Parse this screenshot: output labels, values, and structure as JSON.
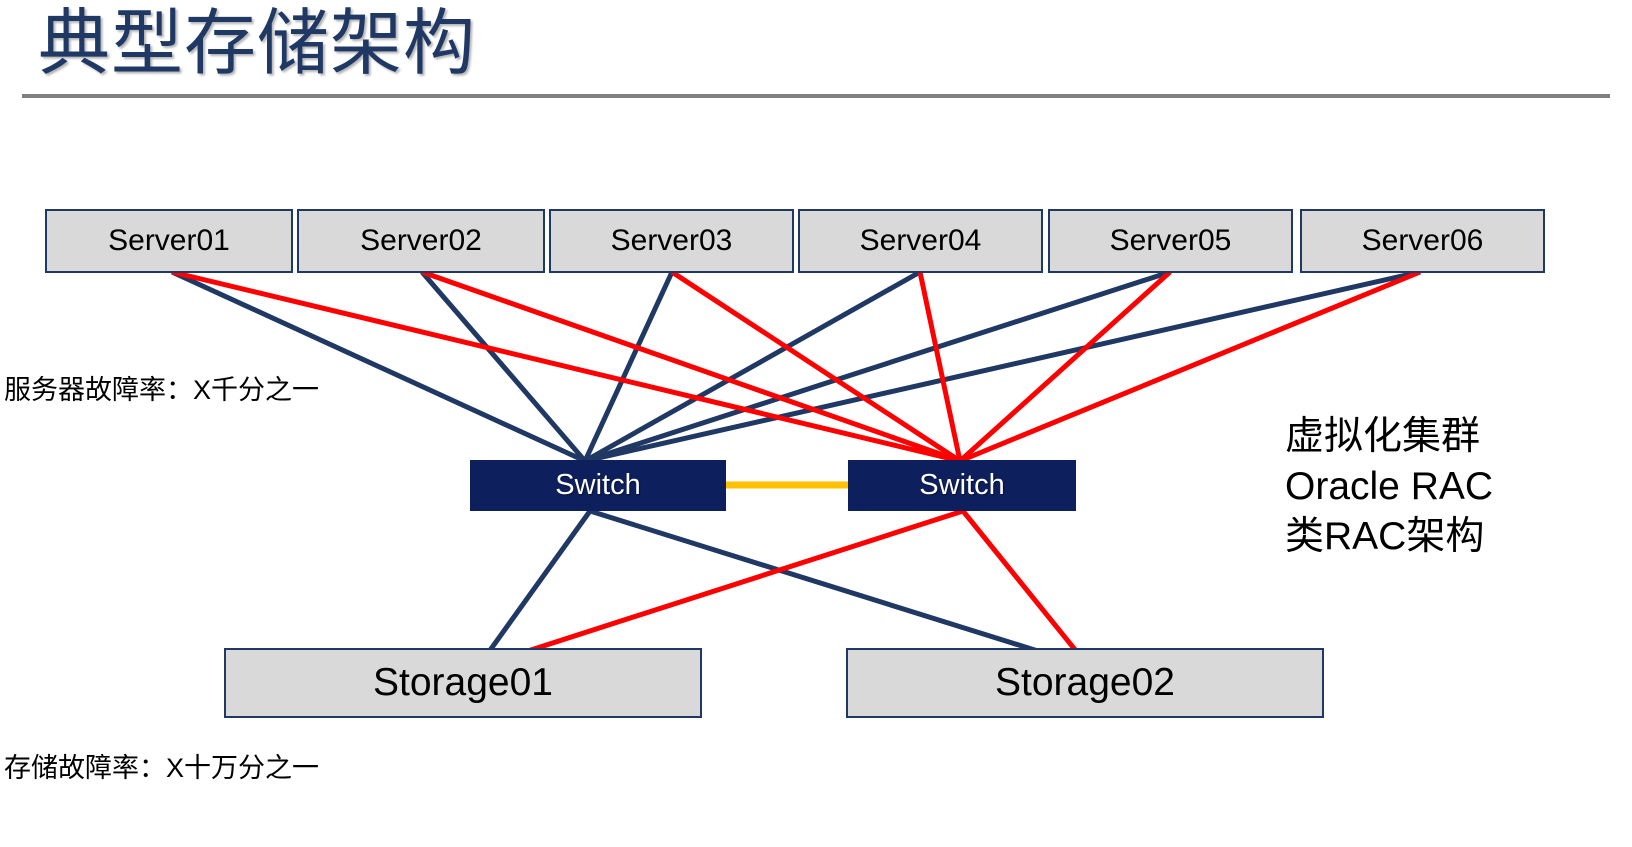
{
  "slide": {
    "title": "典型存储架构",
    "rule_color": "#808080",
    "title_color": "#1F3864",
    "background": "#FFFFFF"
  },
  "palette": {
    "navy_line": "#1F3864",
    "red_line": "#FF0000",
    "orange_link": "#FFC000",
    "box_fill": "#D9D9D9",
    "box_border": "#1F3864",
    "switch_fill": "#0D1F5C",
    "switch_text": "#FFFFFF"
  },
  "diagram": {
    "servers": [
      {
        "id": "server-01",
        "label": "Server01"
      },
      {
        "id": "server-02",
        "label": "Server02"
      },
      {
        "id": "server-03",
        "label": "Server03"
      },
      {
        "id": "server-04",
        "label": "Server04"
      },
      {
        "id": "server-05",
        "label": "Server05"
      },
      {
        "id": "server-06",
        "label": "Server06"
      }
    ],
    "switches": [
      {
        "id": "switch-01",
        "label": "Switch"
      },
      {
        "id": "switch-02",
        "label": "Switch"
      }
    ],
    "storages": [
      {
        "id": "storage-01",
        "label": "Storage01"
      },
      {
        "id": "storage-02",
        "label": "Storage02"
      }
    ],
    "links": {
      "server_to_switch1_color": "#1F3864",
      "server_to_switch2_color": "#FF0000",
      "switch_interlink_color": "#FFC000",
      "switch1_to_storage_color": "#1F3864",
      "switch2_to_storage_color": "#FF0000"
    }
  },
  "annotations": {
    "server_failure_rate": "服务器故障率：X千分之一",
    "storage_failure_rate": "存储故障率：X十万分之一",
    "cluster_note_line1": "虚拟化集群",
    "cluster_note_line2": "Oracle RAC",
    "cluster_note_line3": "类RAC架构"
  }
}
